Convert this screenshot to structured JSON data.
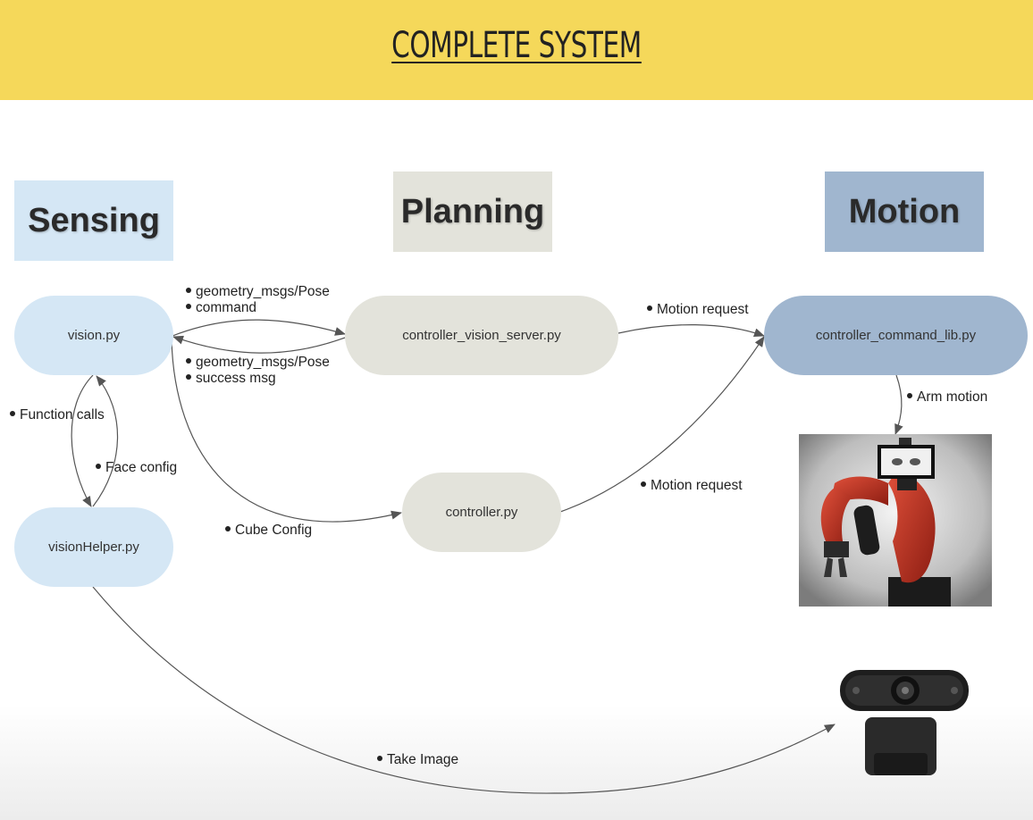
{
  "header": {
    "title": "COMPLETE SYSTEM"
  },
  "sections": {
    "sensing": "Sensing",
    "planning": "Planning",
    "motion": "Motion"
  },
  "nodes": {
    "vision": "vision.py",
    "vision_helper": "visionHelper.py",
    "controller_vision_server": "controller_vision_server.py",
    "controller": "controller.py",
    "controller_command_lib": "controller_command_lib.py"
  },
  "edge_labels": {
    "vision_to_server_1": "geometry_msgs/Pose",
    "vision_to_server_2": "command",
    "server_to_vision_1": "geometry_msgs/Pose",
    "server_to_vision_2": "success msg",
    "function_calls": "Function calls",
    "face_config": "Face config",
    "cube_config": "Cube Config",
    "motion_request_server": "Motion request",
    "motion_request_controller": "Motion request",
    "arm_motion": "Arm motion",
    "take_image": "Take Image"
  },
  "colors": {
    "banner": "#f5d85a",
    "sensing": "#d5e7f5",
    "planning": "#e3e3db",
    "motion": "#a0b6cf"
  },
  "images": {
    "robot": "robot-arm-image",
    "camera": "webcam-image"
  }
}
